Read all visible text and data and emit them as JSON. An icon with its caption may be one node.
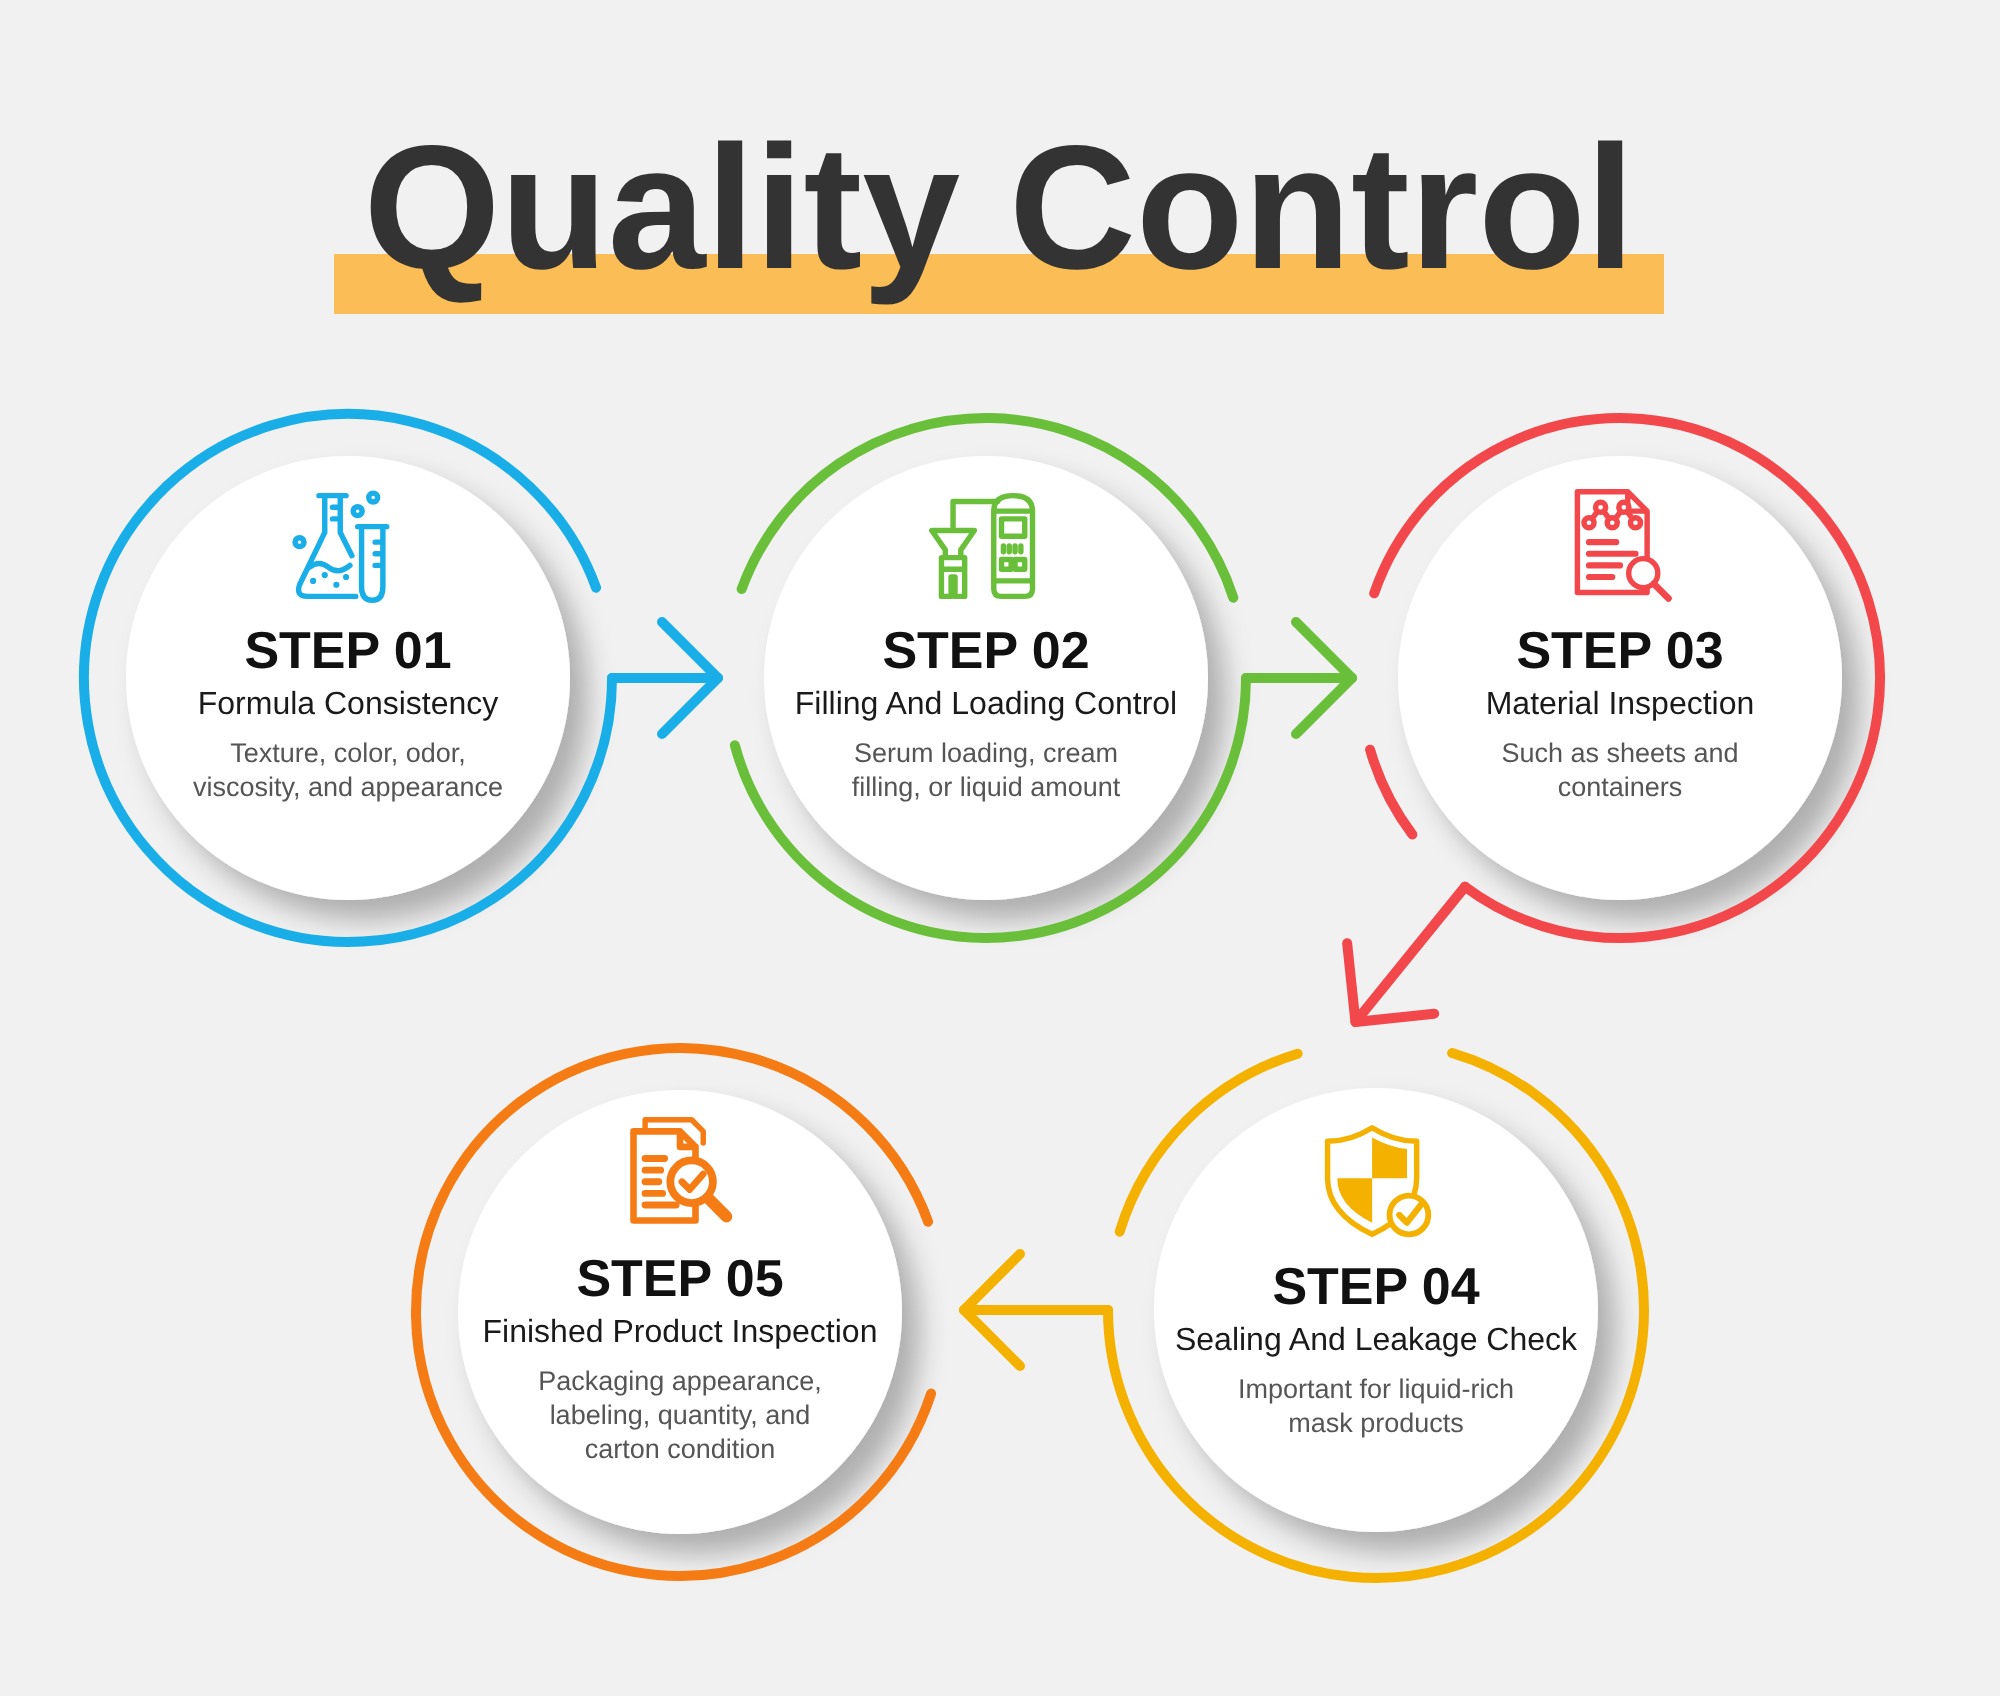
{
  "diagram": {
    "title": "Quality Control",
    "nodes": [
      {
        "text": [
          "STEP 01",
          "Formula Consistency",
          "Texture, color, odor, viscosity, and appearance"
        ]
      },
      {
        "text": [
          "STEP 02",
          "Filling And Loading Control",
          "Serum loading, cream filling, or liquid amount"
        ]
      },
      {
        "text": [
          "STEP 03",
          "Material Inspection",
          "Such as sheets and containers"
        ]
      },
      {
        "text": [
          "STEP 04",
          "Sealing And Leakage Check",
          "Important for liquid-rich mask products"
        ]
      },
      {
        "text": [
          "STEP 05",
          "Finished Product Inspection",
          "Packaging appearance, labeling, quantity, and carton condition"
        ]
      }
    ],
    "edges": [
      {
        "from": 0,
        "to": 1,
        "arrow": "to",
        "color": "#1aaee8"
      },
      {
        "from": 1,
        "to": 2,
        "arrow": "to",
        "color": "#6abf3a"
      },
      {
        "from": 2,
        "to": 3,
        "arrow": "to",
        "color": "#f2484b"
      },
      {
        "from": 3,
        "to": 4,
        "arrow": "to",
        "color": "#f5b100"
      }
    ]
  }
}
